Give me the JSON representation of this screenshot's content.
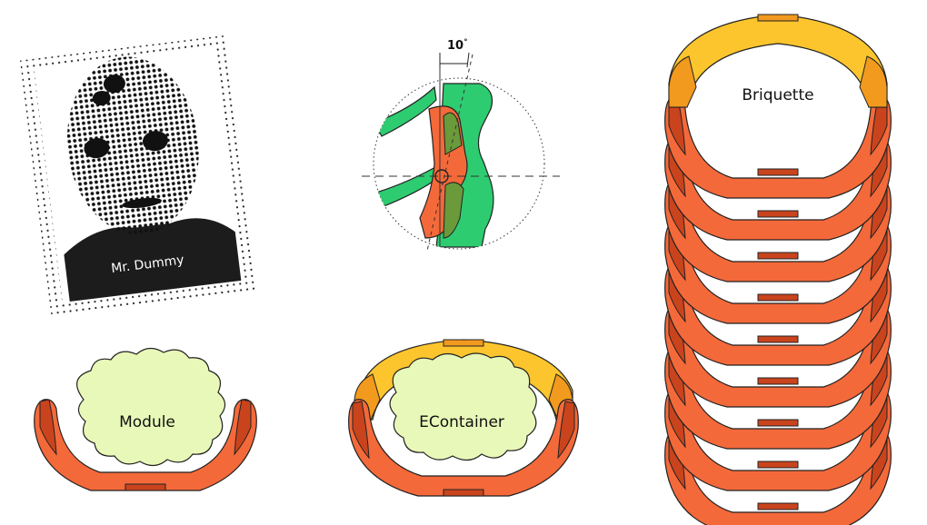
{
  "photo": {
    "caption": "Mr. Dummy"
  },
  "angle_detail": {
    "angle_label": "10",
    "degree_mark": "°"
  },
  "module": {
    "label": "Module"
  },
  "econtainer": {
    "label": "EContainer"
  },
  "briquette": {
    "label": "Briquette",
    "stack_count": 9
  },
  "colors": {
    "orange": "#f4693a",
    "dark_orange": "#c9441d",
    "yellow": "#fcc52e",
    "amber": "#f29a1d",
    "green": "#2ecc71",
    "olive": "#6a9a3a",
    "cloud": "#e8f8b8",
    "outline": "#222222"
  }
}
